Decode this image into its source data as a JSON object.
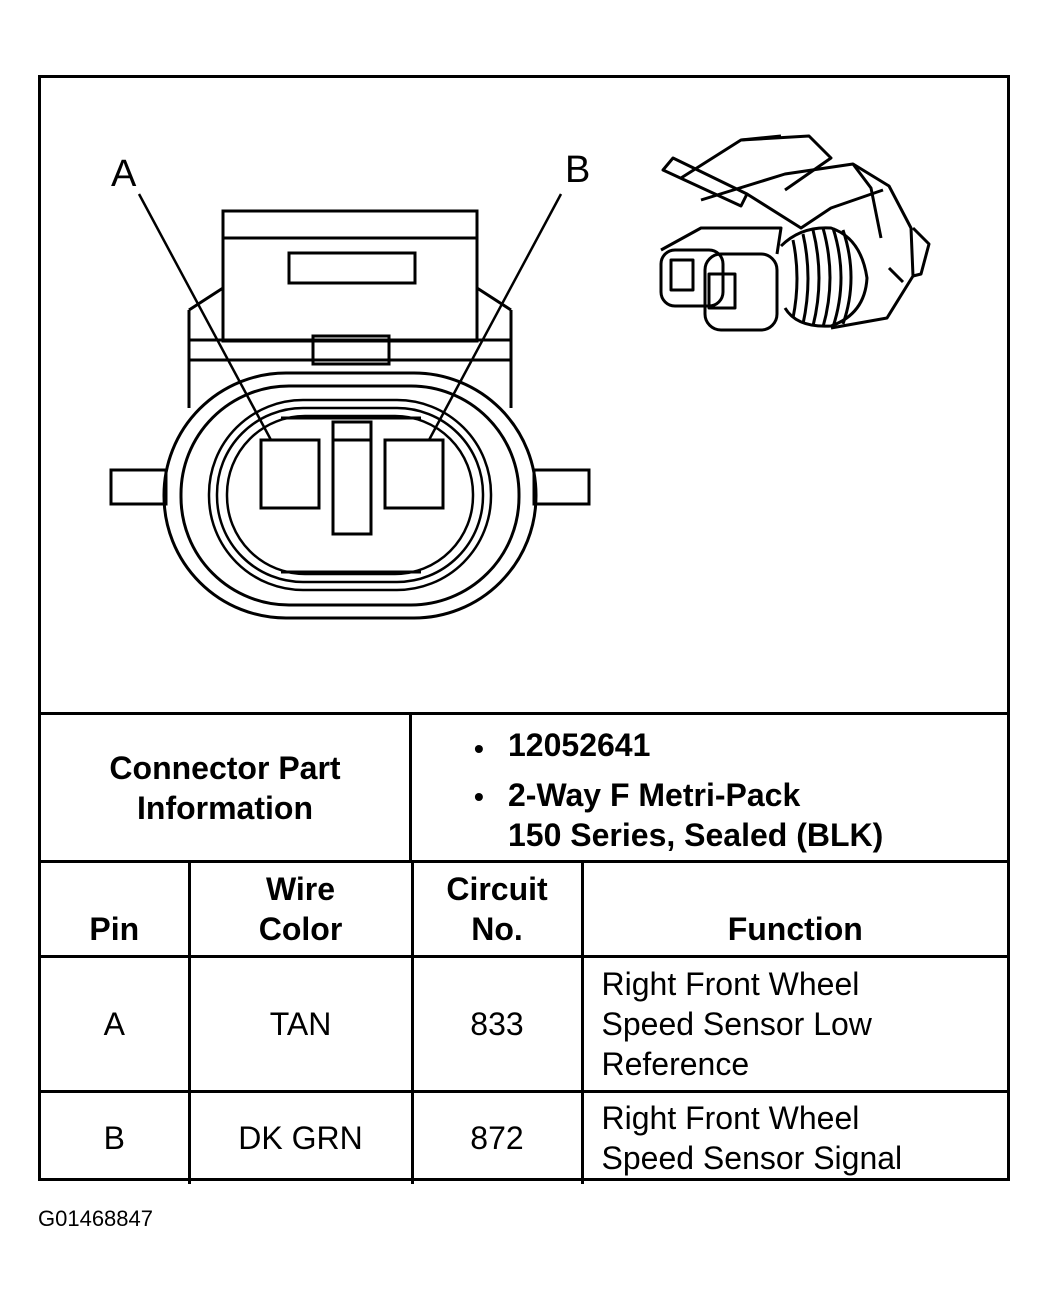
{
  "diagram": {
    "pin_labels": [
      "A",
      "B"
    ]
  },
  "connector_info": {
    "label_line1": "Connector Part",
    "label_line2": "Information",
    "bullet": "•",
    "part_number": "12052641",
    "description_line1": "2-Way F Metri-Pack",
    "description_line2": "150 Series, Sealed (BLK)"
  },
  "table": {
    "headers": {
      "pin": "Pin",
      "wire_color_1": "Wire",
      "wire_color_2": "Color",
      "circuit_1": "Circuit",
      "circuit_2": "No.",
      "function": "Function"
    },
    "rows": [
      {
        "pin": "A",
        "wire_color": "TAN",
        "circuit": "833",
        "function_lines": [
          "Right Front Wheel",
          "Speed Sensor Low",
          "Reference"
        ]
      },
      {
        "pin": "B",
        "wire_color": "DK GRN",
        "circuit": "872",
        "function_lines": [
          "Right Front Wheel",
          "Speed Sensor Signal"
        ]
      }
    ]
  },
  "figure_id": "G01468847"
}
